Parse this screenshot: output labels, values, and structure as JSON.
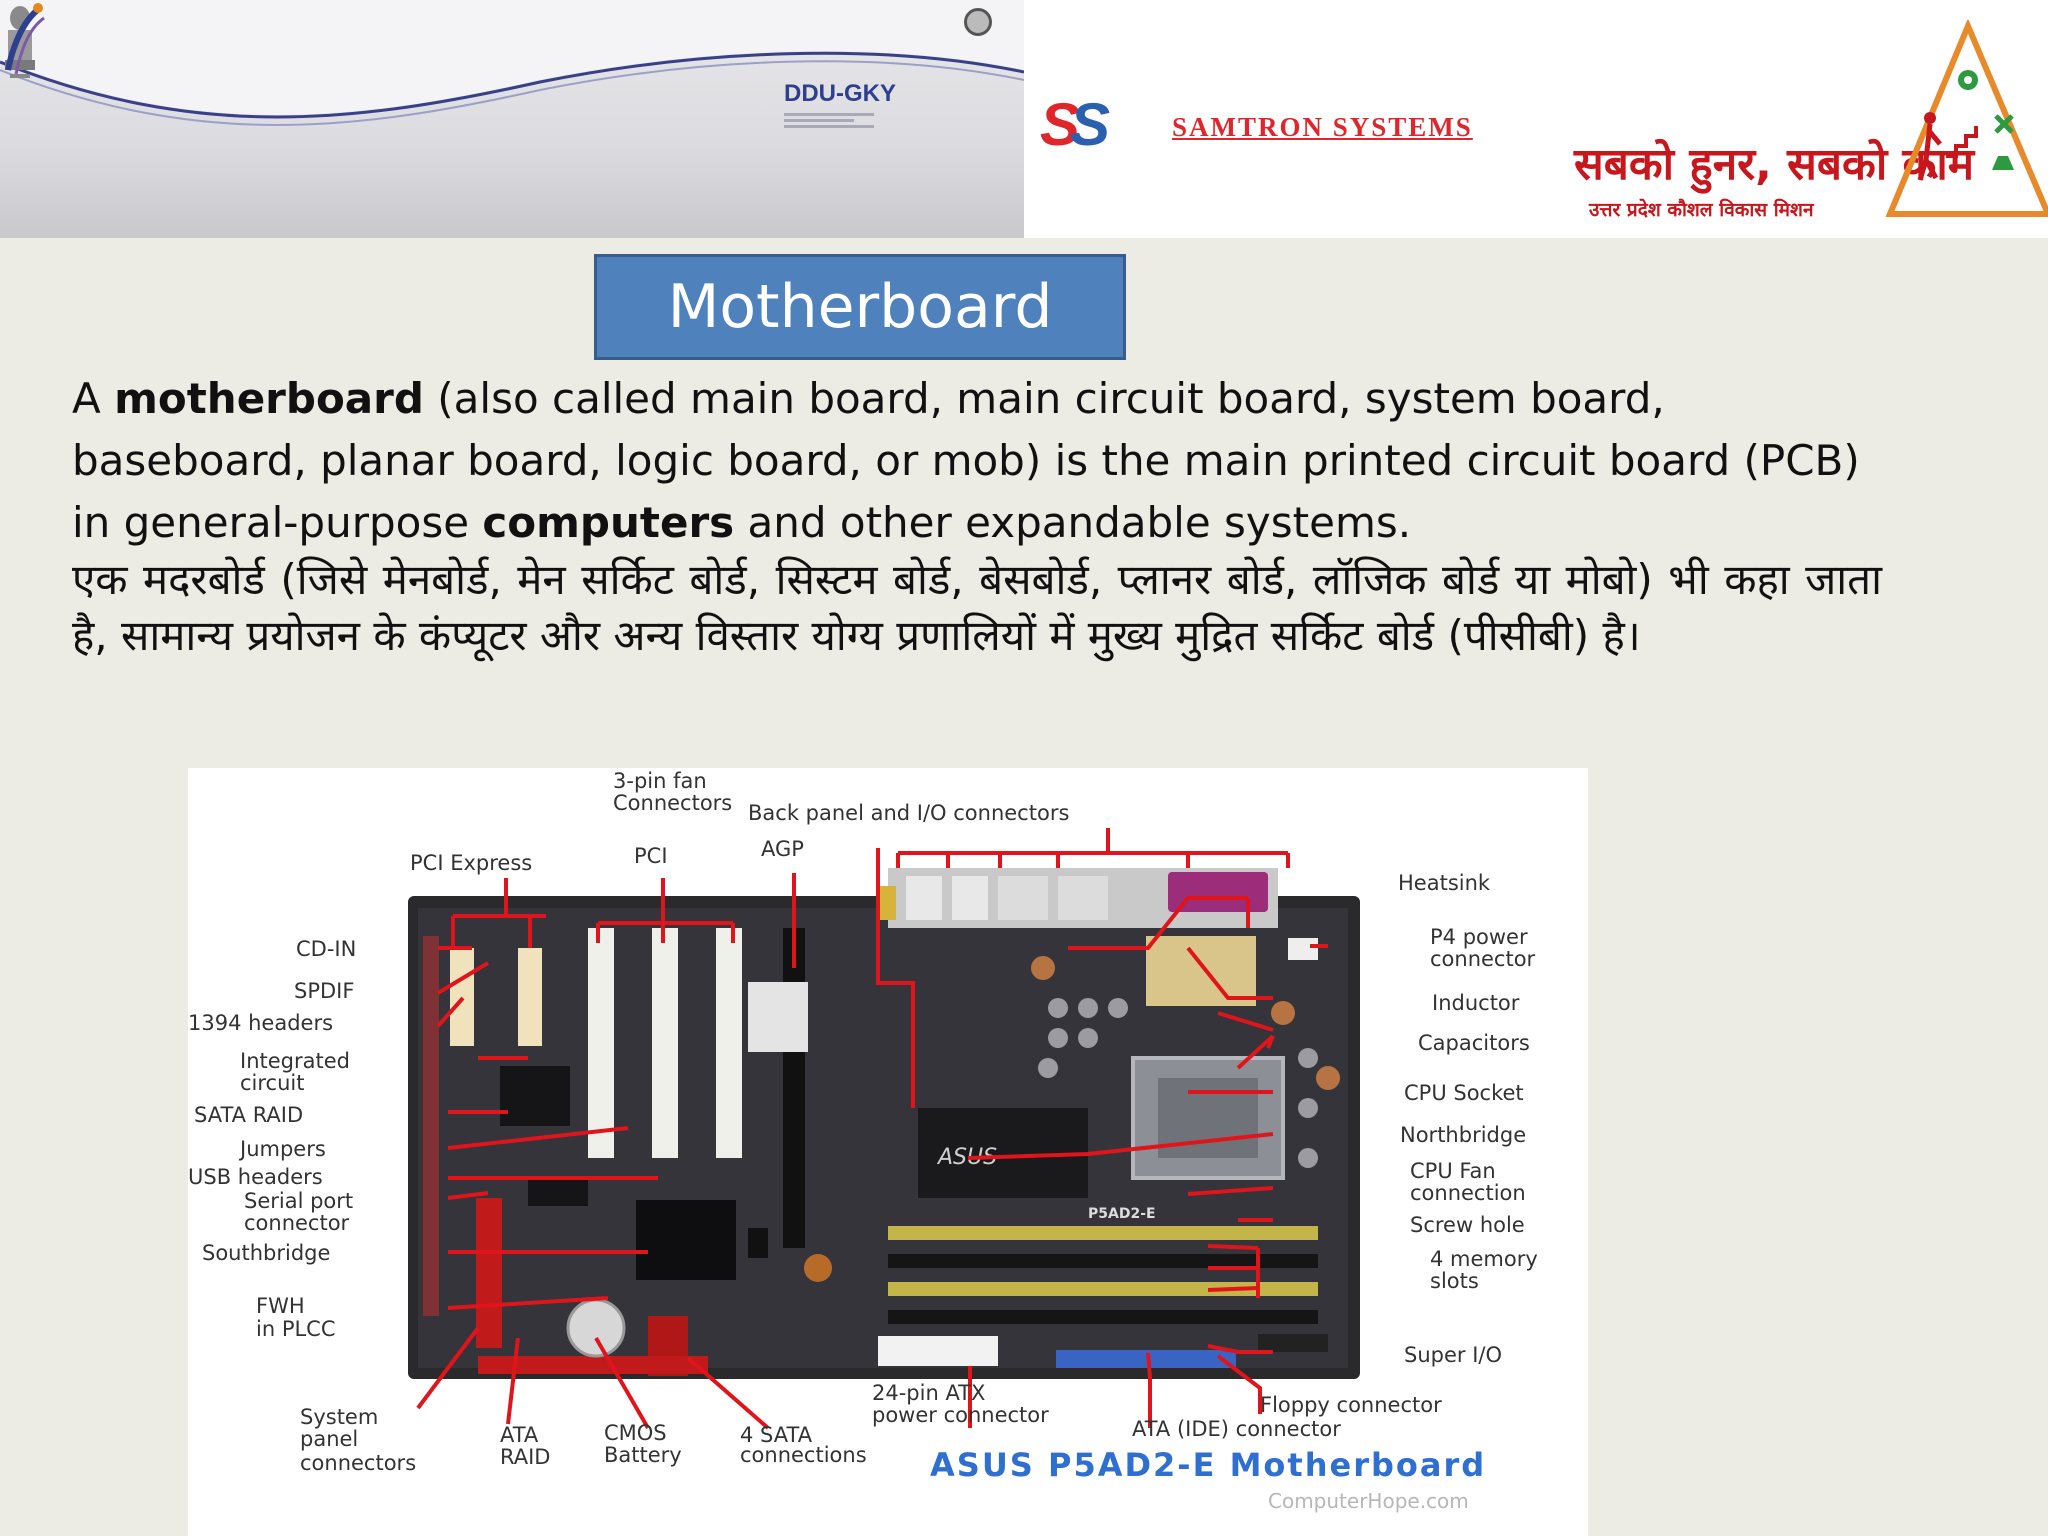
{
  "header": {
    "ddu_logo_text": "DDU-GKY",
    "company_name": "SAMTRON SYSTEMS",
    "company_initials": "SS",
    "tagline_hi": "सबको हुनर, सबको काम",
    "mission_hi": "उत्तर प्रदेश कौशल विकास मिशन"
  },
  "title": "Motherboard",
  "para_en": {
    "t1": "A ",
    "b1": "motherboard",
    "t2": " (also called main board, main circuit board, system board, baseboard, planar board, logic board, or mob) is the main printed circuit board (PCB) in general-purpose ",
    "b2": "computers",
    "t3": " and other expandable systems."
  },
  "para_hi": "एक मदरबोर्ड (जिसे मेनबोर्ड, मेन सर्किट बोर्ड, सिस्टम बोर्ड, बेसबोर्ड, प्लानर बोर्ड, लॉजिक बोर्ड या मोबो) भी कहा जाता है, सामान्य प्रयोजन के कंप्यूटर और अन्य विस्तार योग्य प्रणालियों में मुख्य मुद्रित सर्किट बोर्ड (पीसीबी) है।",
  "figure": {
    "caption": "ASUS P5AD2-E Motherboard",
    "source": "ComputerHope.com",
    "board_label": "P5AD2-E",
    "brand": "ASUS",
    "labels_top": {
      "fan": "3-pin fan",
      "fan2": "Connectors",
      "back_panel": "Back panel and I/O connectors",
      "pci_express": "PCI Express",
      "pci": "PCI",
      "agp": "AGP"
    },
    "labels_left": {
      "cd_in": "CD-IN",
      "spdif": "SPDIF",
      "h1394": "1394 headers",
      "ic1": "Integrated",
      "ic2": "circuit",
      "sata_raid": "SATA RAID",
      "jumpers": "Jumpers",
      "usb": "USB headers",
      "serial1": "Serial port",
      "serial2": "connector",
      "southbridge": "Southbridge",
      "fwh1": "FWH",
      "fwh2": "in PLCC"
    },
    "labels_right": {
      "heatsink": "Heatsink",
      "p4_1": "P4 power",
      "p4_2": "connector",
      "inductor": "Inductor",
      "capacitors": "Capacitors",
      "cpu_socket": "CPU Socket",
      "northbridge": "Northbridge",
      "cpu_fan1": "CPU Fan",
      "cpu_fan2": "connection",
      "screw": "Screw hole",
      "mem1": "4 memory",
      "mem2": "slots",
      "super_io": "Super I/O"
    },
    "labels_bottom": {
      "sys1": "System",
      "sys2": "panel",
      "sys3": "connectors",
      "ata1": "ATA",
      "ata2": "RAID",
      "cmos1": "CMOS",
      "cmos2": "Battery",
      "sata1": "4 SATA",
      "sata2": "connections",
      "atx1": "24-pin ATX",
      "atx2": "power connector",
      "floppy": "Floppy  connector",
      "ide": "ATA (IDE) connector"
    }
  }
}
